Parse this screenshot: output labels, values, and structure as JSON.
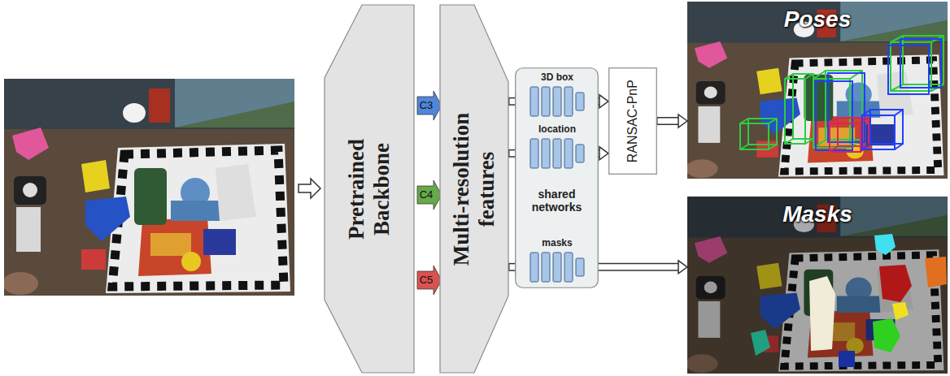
{
  "diagram": {
    "nodes": [
      {
        "text": [
          "Pretrained Backbone"
        ]
      },
      {
        "text": [
          "C3"
        ]
      },
      {
        "text": [
          "C4"
        ]
      },
      {
        "text": [
          "C5"
        ]
      },
      {
        "text": [
          "Multi-resolution features"
        ]
      },
      {
        "text": [
          "shared networks"
        ]
      },
      {
        "text": [
          "3D box"
        ],
        "in": 5
      },
      {
        "text": [
          "location"
        ],
        "in": 5
      },
      {
        "text": [
          "masks"
        ],
        "in": 5
      },
      {
        "text": [
          "RANSAC-PnP"
        ]
      },
      {
        "text": [
          "Poses"
        ]
      },
      {
        "text": [
          "Masks"
        ]
      }
    ],
    "edges": [
      {
        "from": 4,
        "to": 6,
        "arrow": "to"
      },
      {
        "from": 4,
        "to": 7,
        "arrow": "to"
      },
      {
        "from": 4,
        "to": 8,
        "arrow": "to"
      },
      {
        "from": 6,
        "to": 9,
        "arrow": "to"
      },
      {
        "from": 7,
        "to": 9,
        "arrow": "to"
      },
      {
        "from": 9,
        "to": 10,
        "arrow": "to"
      },
      {
        "from": 8,
        "to": 11,
        "arrow": "to"
      }
    ]
  }
}
